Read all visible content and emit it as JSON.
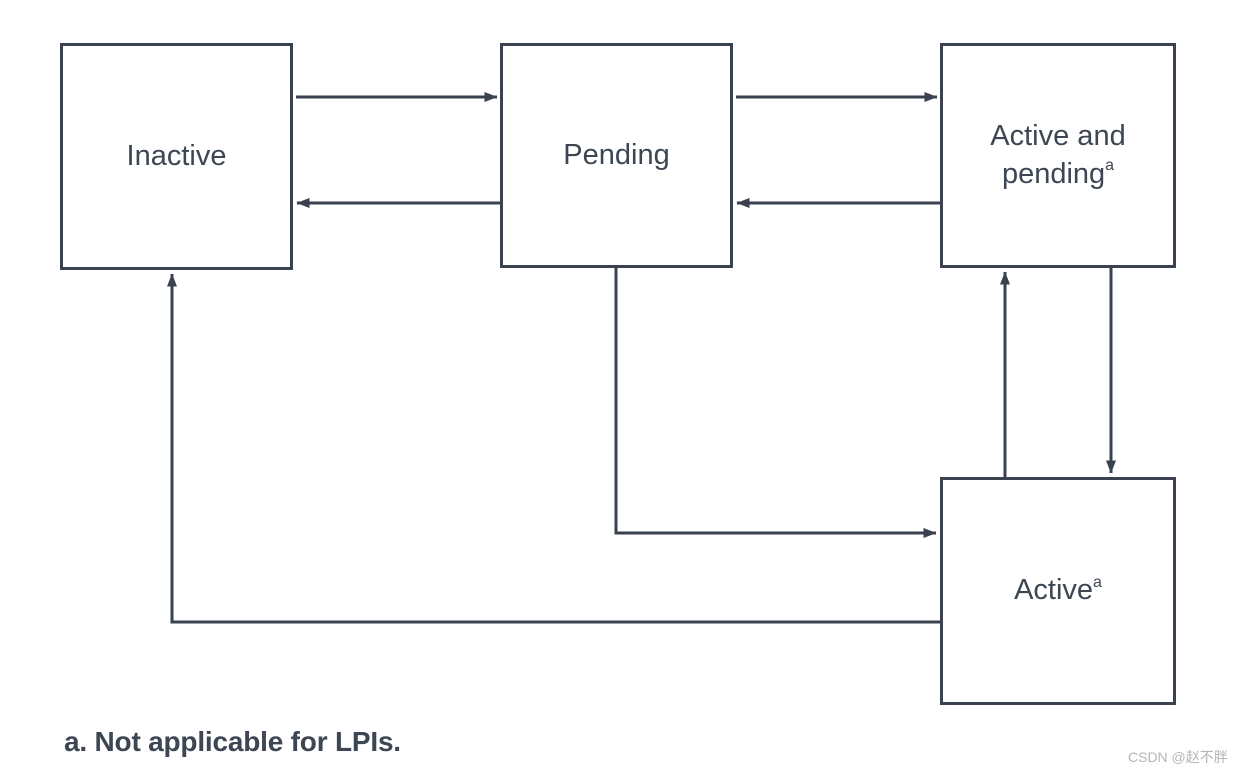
{
  "theme": {
    "line": "#3a424f",
    "text": "#3d4653",
    "background": "#ffffff",
    "watermark": "#b3b6b8"
  },
  "diagram": {
    "type": "state-machine",
    "nodes": [
      {
        "id": "inactive",
        "label": "Inactive",
        "marker": ""
      },
      {
        "id": "pending",
        "label": "Pending",
        "marker": ""
      },
      {
        "id": "active_and_pending",
        "label": "Active and pending",
        "marker": "a"
      },
      {
        "id": "active",
        "label": "Active",
        "marker": "a"
      }
    ],
    "edges": [
      {
        "from": "inactive",
        "to": "pending"
      },
      {
        "from": "pending",
        "to": "inactive"
      },
      {
        "from": "pending",
        "to": "active_and_pending"
      },
      {
        "from": "active_and_pending",
        "to": "pending"
      },
      {
        "from": "active",
        "to": "active_and_pending"
      },
      {
        "from": "active_and_pending",
        "to": "active"
      },
      {
        "from": "pending",
        "to": "active"
      },
      {
        "from": "active",
        "to": "inactive"
      }
    ],
    "footnote": "a. Not applicable for LPIs."
  },
  "watermark": {
    "text": "CSDN @赵不胖"
  }
}
